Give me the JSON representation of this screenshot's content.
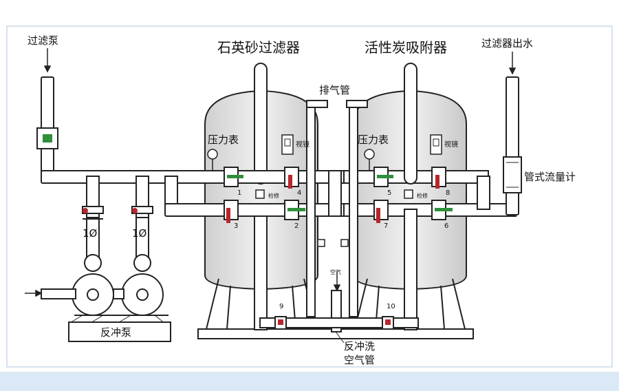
{
  "labels": {
    "filter_pump": "过滤泵",
    "quartz_filter": "石英砂过滤器",
    "carbon_filter": "活性炭吸附器",
    "filter_outlet": "过滤器出水",
    "exhaust_pipe": "排气管",
    "pressure_gauge_left": "压力表",
    "pressure_gauge_right": "压力表",
    "sight_glass_left": "视镜",
    "sight_glass_right": "视镜",
    "manhole_left": "检修",
    "manhole_right": "检修",
    "tube_flowmeter": "管式流量计",
    "air_small": "空气",
    "backwash_pump": "反冲泵",
    "backwash_air_line1": "反冲洗",
    "backwash_air_line2": "空气管"
  },
  "valves": [
    "1",
    "2",
    "3",
    "4",
    "5",
    "6",
    "7",
    "8",
    "9",
    "10"
  ],
  "pump_check_symbols": [
    "1Ø",
    "1Ø"
  ],
  "colors": {
    "line": "#222222",
    "tank_fill": "#e6e6e6",
    "frame_border": "#c9d9ea",
    "bottom_band": "#dbe8f5",
    "valve_green": "#2f8f3a",
    "valve_red": "#b8262b"
  }
}
